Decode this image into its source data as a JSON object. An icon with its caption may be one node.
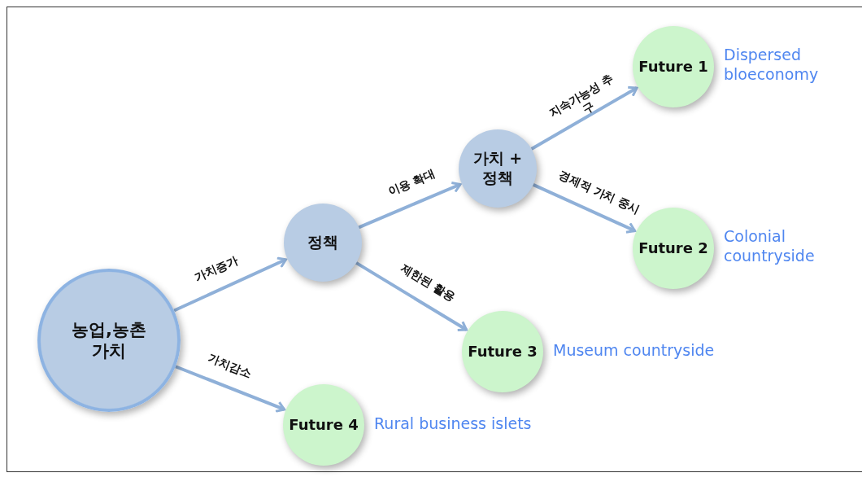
{
  "diagram": {
    "nodes": [
      {
        "text": [
          "농업,농촌 가치"
        ]
      },
      {
        "text": [
          "정책"
        ]
      },
      {
        "text": [
          "가치 + 정책"
        ]
      },
      {
        "text": [
          "Future 1"
        ],
        "beside": [
          "Dispersed bloeconomy"
        ]
      },
      {
        "text": [
          "Future 2"
        ],
        "beside": [
          "Colonial countryside"
        ]
      },
      {
        "text": [
          "Future 3"
        ],
        "beside": [
          "Museum countryside"
        ]
      },
      {
        "text": [
          "Future 4"
        ],
        "beside": [
          "Rural business islets"
        ]
      }
    ],
    "edges": [
      {
        "from": 0,
        "to": 1,
        "arrow": "to",
        "label": "가치증가"
      },
      {
        "from": 0,
        "to": 6,
        "arrow": "to",
        "label": "가치감소"
      },
      {
        "from": 1,
        "to": 2,
        "arrow": "to",
        "label": "이용 확대"
      },
      {
        "from": 1,
        "to": 5,
        "arrow": "to",
        "label": "제한된 활용"
      },
      {
        "from": 2,
        "to": 3,
        "arrow": "to",
        "label": "지속가능성 추구"
      },
      {
        "from": 2,
        "to": 4,
        "arrow": "to",
        "label": "경제적 가치 중시"
      }
    ]
  }
}
